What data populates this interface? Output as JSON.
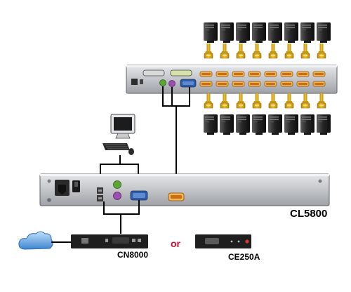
{
  "labels": {
    "main_unit": "CL5800",
    "extender_a": "CN8000",
    "separator": "or",
    "extender_b": "CE250A"
  },
  "colors": {
    "unit_body": "#bdbfc3",
    "unit_dark": "#1e1e1e",
    "ps2_green": "#5aa832",
    "ps2_purple": "#9b4fb0",
    "vga_blue": "#2f5ca8",
    "db9_orange": "#e59622",
    "cable_yellow": "#e8b11c",
    "cloud_blue": "#4f93d8",
    "separator_red": "#c8102e"
  },
  "icons": {
    "network": "cloud-icon",
    "servers": "server-tower-icon",
    "console": "monitor-keyboard-mouse-icon"
  }
}
